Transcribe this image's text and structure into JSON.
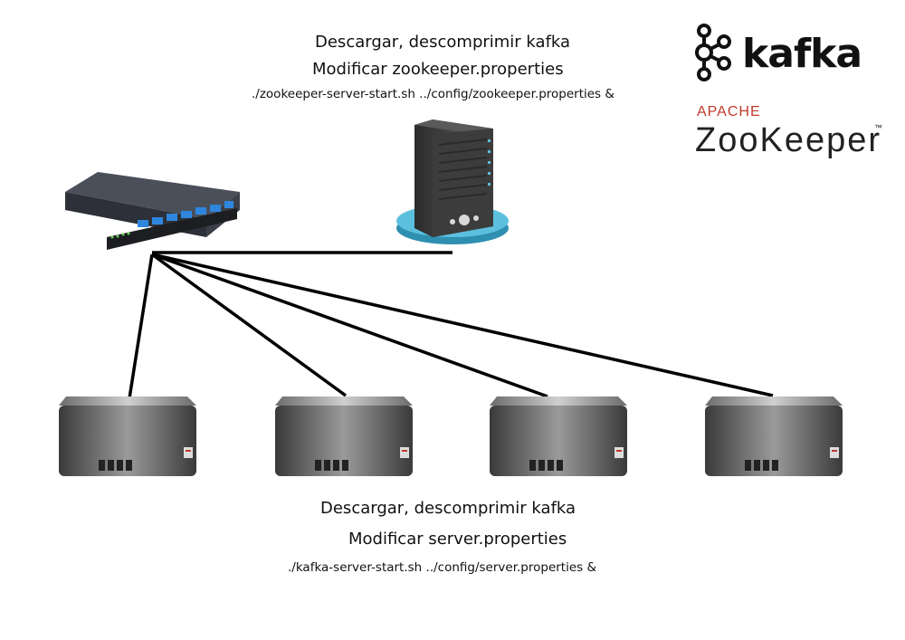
{
  "zookeeper_node": {
    "step1": "Descargar, descomprimir kafka",
    "step2": "Modificar  zookeeper.properties",
    "command": "./zookeeper-server-start.sh ../config/zookeeper.properties &"
  },
  "kafka_nodes": {
    "step1": "Descargar, descomprimir kafka",
    "step2": "Modificar server.properties",
    "command": "./kafka-server-start.sh ../config/server.properties &"
  },
  "logos": {
    "kafka": "kafka",
    "apache": "APACHE",
    "zookeeper": "ZooKeeper",
    "trademark": "™"
  },
  "colors": {
    "zookeeper_accent": "#c0392b",
    "server_base": "#5bc0de",
    "switch_ports": "#2e86de"
  }
}
